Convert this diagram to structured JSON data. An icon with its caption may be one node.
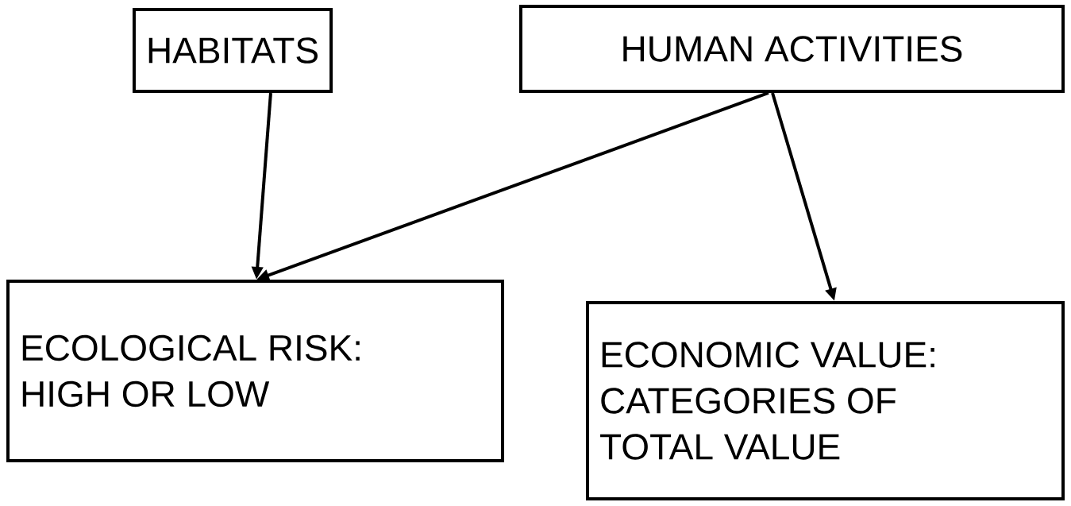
{
  "diagram": {
    "nodes": [
      {
        "text": [
          "HABITATS"
        ]
      },
      {
        "text": [
          "HUMAN ACTIVITIES"
        ]
      },
      {
        "text": [
          "ECOLOGICAL RISK: HIGH OR LOW"
        ]
      },
      {
        "text": [
          "ECONOMIC VALUE: CATEGORIES OF TOTAL VALUE"
        ]
      }
    ],
    "edges": [
      {
        "from": 0,
        "to": 2,
        "arrow": "to"
      },
      {
        "from": 1,
        "to": 2,
        "arrow": "to"
      },
      {
        "from": 1,
        "to": 3,
        "arrow": "to"
      }
    ]
  }
}
